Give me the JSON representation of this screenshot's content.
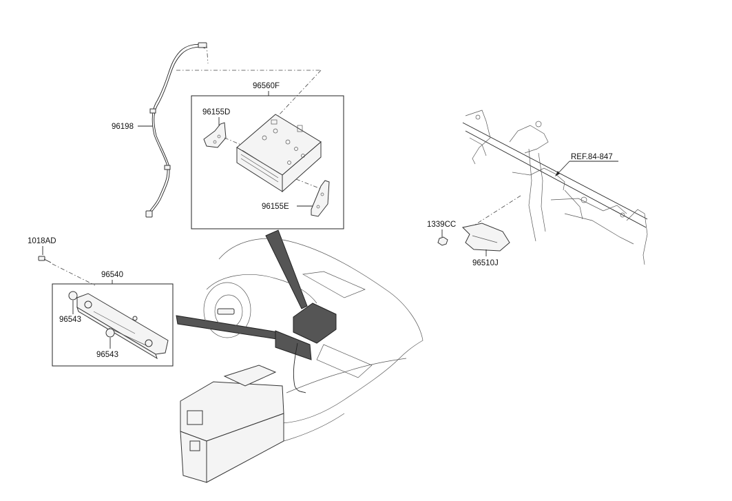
{
  "labels": {
    "wiring_harness": "96198",
    "av_head_unit_assembly": "96560F",
    "bracket_left": "96155D",
    "bracket_right": "96155E",
    "screw": "1018AD",
    "control_panel_assembly": "96540",
    "knob_upper": "96543",
    "knob_lower": "96543",
    "reference": "REF.84-847",
    "nut": "1339CC",
    "module": "96510J"
  }
}
